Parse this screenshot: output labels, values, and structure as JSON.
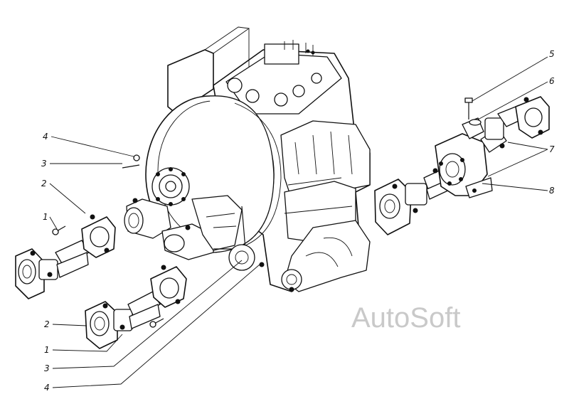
{
  "callouts": {
    "left_4_top": "4",
    "left_3_top": "3",
    "left_2_top": "2",
    "left_1_top": "1",
    "left_2_bottom": "2",
    "left_1_bottom": "1",
    "left_3_bottom": "3",
    "left_4_bottom": "4",
    "right_5": "5",
    "right_6": "6",
    "right_7": "7",
    "right_8": "8"
  },
  "watermark": "AutoSoft",
  "icons": {
    "main_unit": "gearbox-assembly-icon",
    "upper_shaft": "cardan-shaft-icon",
    "lower_shaft": "cardan-shaft-icon",
    "right_shaft": "cardan-shaft-icon",
    "support": "intermediate-support-icon",
    "bolt": "bolt-icon"
  }
}
